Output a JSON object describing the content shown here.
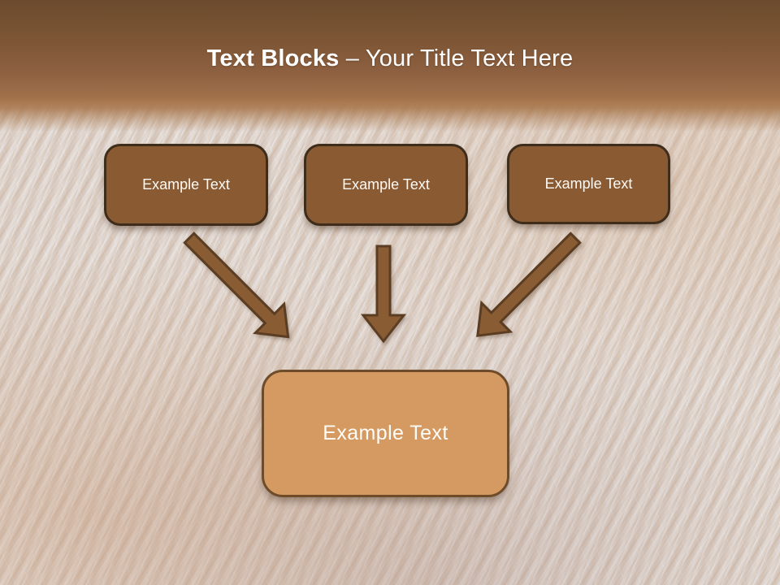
{
  "slide": {
    "title": {
      "bold": "Text Blocks",
      "rest": " – Your Title Text Here"
    },
    "boxes": [
      {
        "label": "Example Text"
      },
      {
        "label": "Example Text"
      },
      {
        "label": "Example Text"
      }
    ],
    "center_box": {
      "label": "Example Text"
    },
    "colors": {
      "header_top": "#6b4b2e",
      "header_bottom": "#a9784e",
      "background_base": "#d9cec7",
      "block_fill": "#8a5a33",
      "block_border": "#3f2d1c",
      "center_fill": "#d59a61",
      "center_border": "#6e4c2a",
      "arrow_fill": "#8a5c34",
      "arrow_outline": "#5a3d22",
      "text": "#ffffff"
    }
  }
}
